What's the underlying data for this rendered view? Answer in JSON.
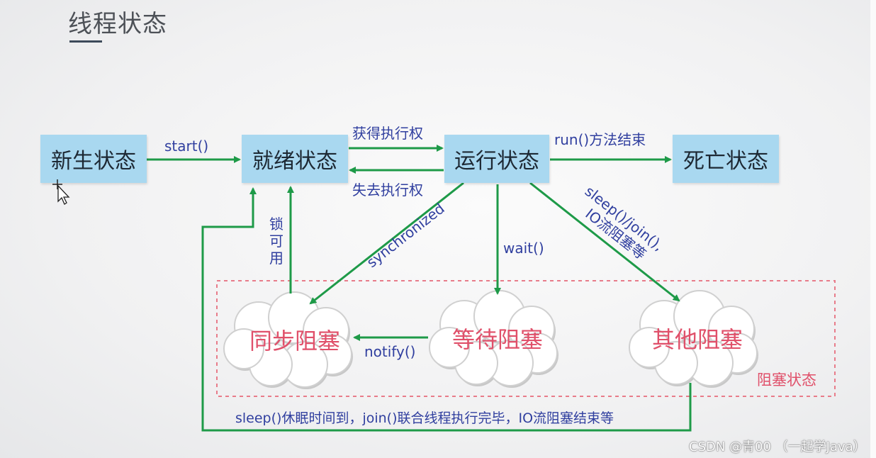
{
  "title": "线程状态",
  "states": {
    "new": "新生状态",
    "ready": "就绪状态",
    "running": "运行状态",
    "dead": "死亡状态"
  },
  "blocked": {
    "sync": "同步阻塞",
    "wait": "等待阻塞",
    "other": "其他阻塞",
    "group": "阻塞状态"
  },
  "transitions": {
    "start": "start()",
    "get_cpu": "获得执行权",
    "lose_cpu": "失去执行权",
    "run_end": "run()方法结束",
    "lock_available": "锁可用",
    "synchronized": "synchronized",
    "wait": "wait()",
    "sleep_join_line1": "sleep()/join(),",
    "sleep_join_line2": "IO流阻塞等",
    "notify": "notify()",
    "back_to_ready": "sleep()休眠时间到，join()联合线程执行完毕，IO流阻塞结束等"
  },
  "colors": {
    "arrow": "#1e9a48",
    "state_box": "#a9d8f0",
    "blocked_text": "#e0506a",
    "label_text": "#303f9f"
  },
  "watermark": "CSDN @青00 （一起学Java）"
}
